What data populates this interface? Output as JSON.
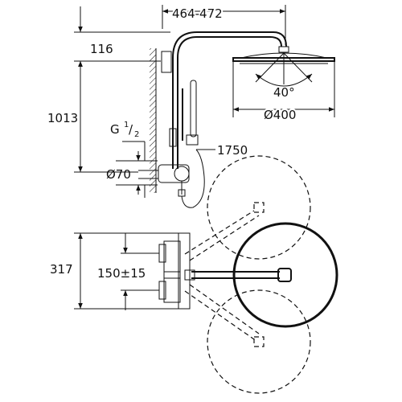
{
  "dimensions": {
    "arm_length": "464-472",
    "top_offset": "116",
    "height": "1013",
    "tilt_angle": "40°",
    "head_diameter": "Ø400",
    "thread_prefix": "G",
    "thread_num": "1",
    "thread_den": "2",
    "rosette": "Ø70",
    "hose_length": "1750",
    "depth": "317",
    "spacing": "150±15"
  }
}
